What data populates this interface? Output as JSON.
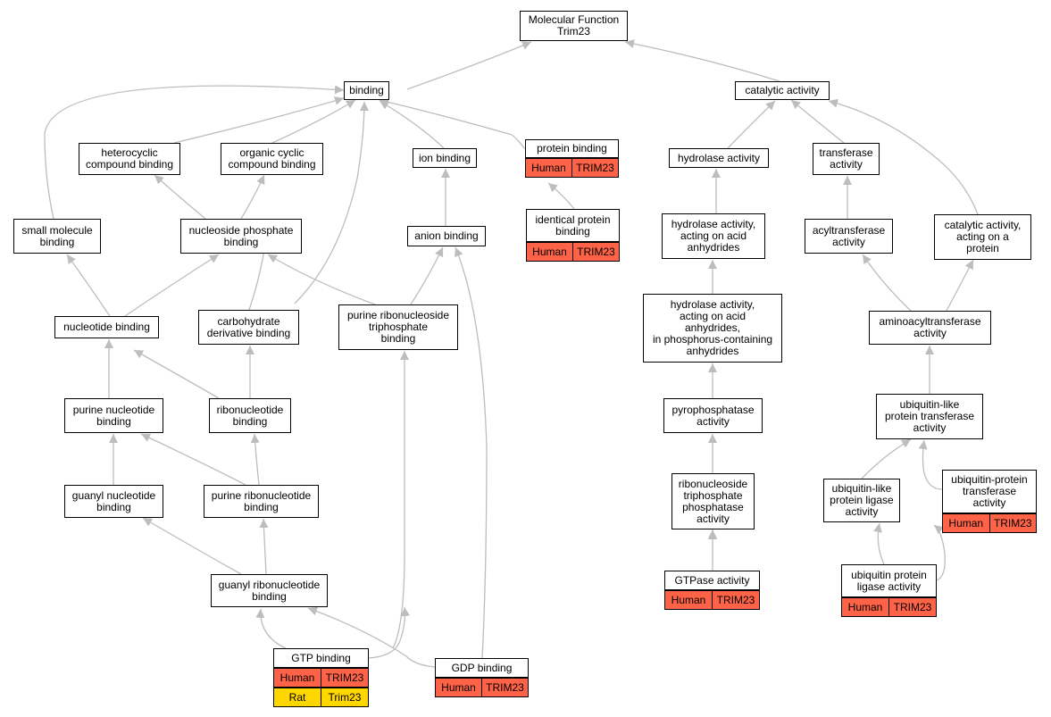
{
  "colors": {
    "edge": "#bdbdbd",
    "human": "#ff6347",
    "rat": "#ffd700"
  },
  "nodes": {
    "root": "Molecular Function\nTrim23",
    "binding": "binding",
    "catalytic": "catalytic activity",
    "heterocyclic": "heterocyclic\ncompound binding",
    "organic_cyclic": "organic cyclic\ncompound binding",
    "ion_binding": "ion binding",
    "protein_binding": "protein binding",
    "hydrolase": "hydrolase activity",
    "transferase": "transferase\nactivity",
    "small_molecule": "small molecule\nbinding",
    "nucleoside_phosphate": "nucleoside phosphate\nbinding",
    "anion_binding": "anion binding",
    "identical_protein": "identical protein\nbinding",
    "hydrolase_anhydrides": "hydrolase activity,\nacting on acid\nanhydrides",
    "acyltransferase": "acyltransferase\nactivity",
    "catalytic_protein": "catalytic activity,\nacting on a\nprotein",
    "nucleotide_binding": "nucleotide binding",
    "carbohydrate": "carbohydrate\nderivative binding",
    "purine_rntp": "purine ribonucleoside\ntriphosphate\nbinding",
    "hydrolase_phosphorus": "hydrolase activity,\nacting on acid\nanhydrides,\nin phosphorus-containing\nanhydrides",
    "aminoacyltransferase": "aminoacyltransferase\nactivity",
    "purine_nucleotide": "purine nucleotide\nbinding",
    "ribonucleotide": "ribonucleotide\nbinding",
    "pyrophosphatase": "pyrophosphatase\nactivity",
    "ubl_transferase": "ubiquitin-like\nprotein transferase\nactivity",
    "guanyl_nucleotide": "guanyl nucleotide\nbinding",
    "purine_ribonucleotide": "purine ribonucleotide\nbinding",
    "rntp_phosphatase": "ribonucleoside\ntriphosphate\nphosphatase\nactivity",
    "ubl_ligase": "ubiquitin-like\nprotein ligase\nactivity",
    "ub_protein_transferase": "ubiquitin-protein\ntransferase\nactivity",
    "guanyl_ribonucleotide": "guanyl ribonucleotide\nbinding",
    "gtpase": "GTPase activity",
    "ub_ligase": "ubiquitin protein\nligase activity",
    "gtp_binding": "GTP binding",
    "gdp_binding": "GDP binding"
  },
  "annotations": {
    "protein_binding": [
      [
        "Human",
        "TRIM23"
      ]
    ],
    "identical_protein": [
      [
        "Human",
        "TRIM23"
      ]
    ],
    "gtpase": [
      [
        "Human",
        "TRIM23"
      ]
    ],
    "ub_protein_transferase": [
      [
        "Human",
        "TRIM23"
      ]
    ],
    "ub_ligase": [
      [
        "Human",
        "TRIM23"
      ]
    ],
    "gtp_binding": [
      [
        "Human",
        "TRIM23"
      ],
      [
        "Rat",
        "Trim23"
      ]
    ],
    "gdp_binding": [
      [
        "Human",
        "TRIM23"
      ]
    ]
  }
}
